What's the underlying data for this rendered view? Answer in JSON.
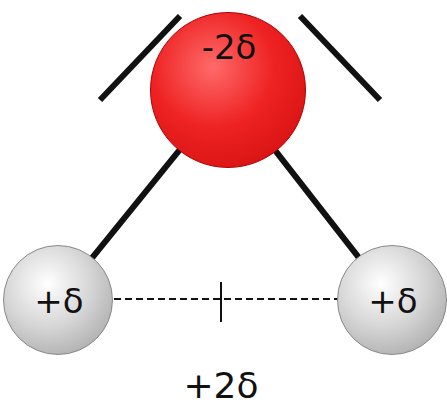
{
  "diagram": {
    "nodes": [
      {
        "text": [
          "-2δ"
        ]
      },
      {
        "text": [
          "+δ"
        ]
      },
      {
        "text": [
          "+δ"
        ]
      }
    ],
    "edges": [
      {
        "from": 0,
        "to": 1,
        "arrow": "none"
      },
      {
        "from": 0,
        "to": 2,
        "arrow": "none"
      }
    ],
    "labels": [
      "+2δ"
    ]
  }
}
